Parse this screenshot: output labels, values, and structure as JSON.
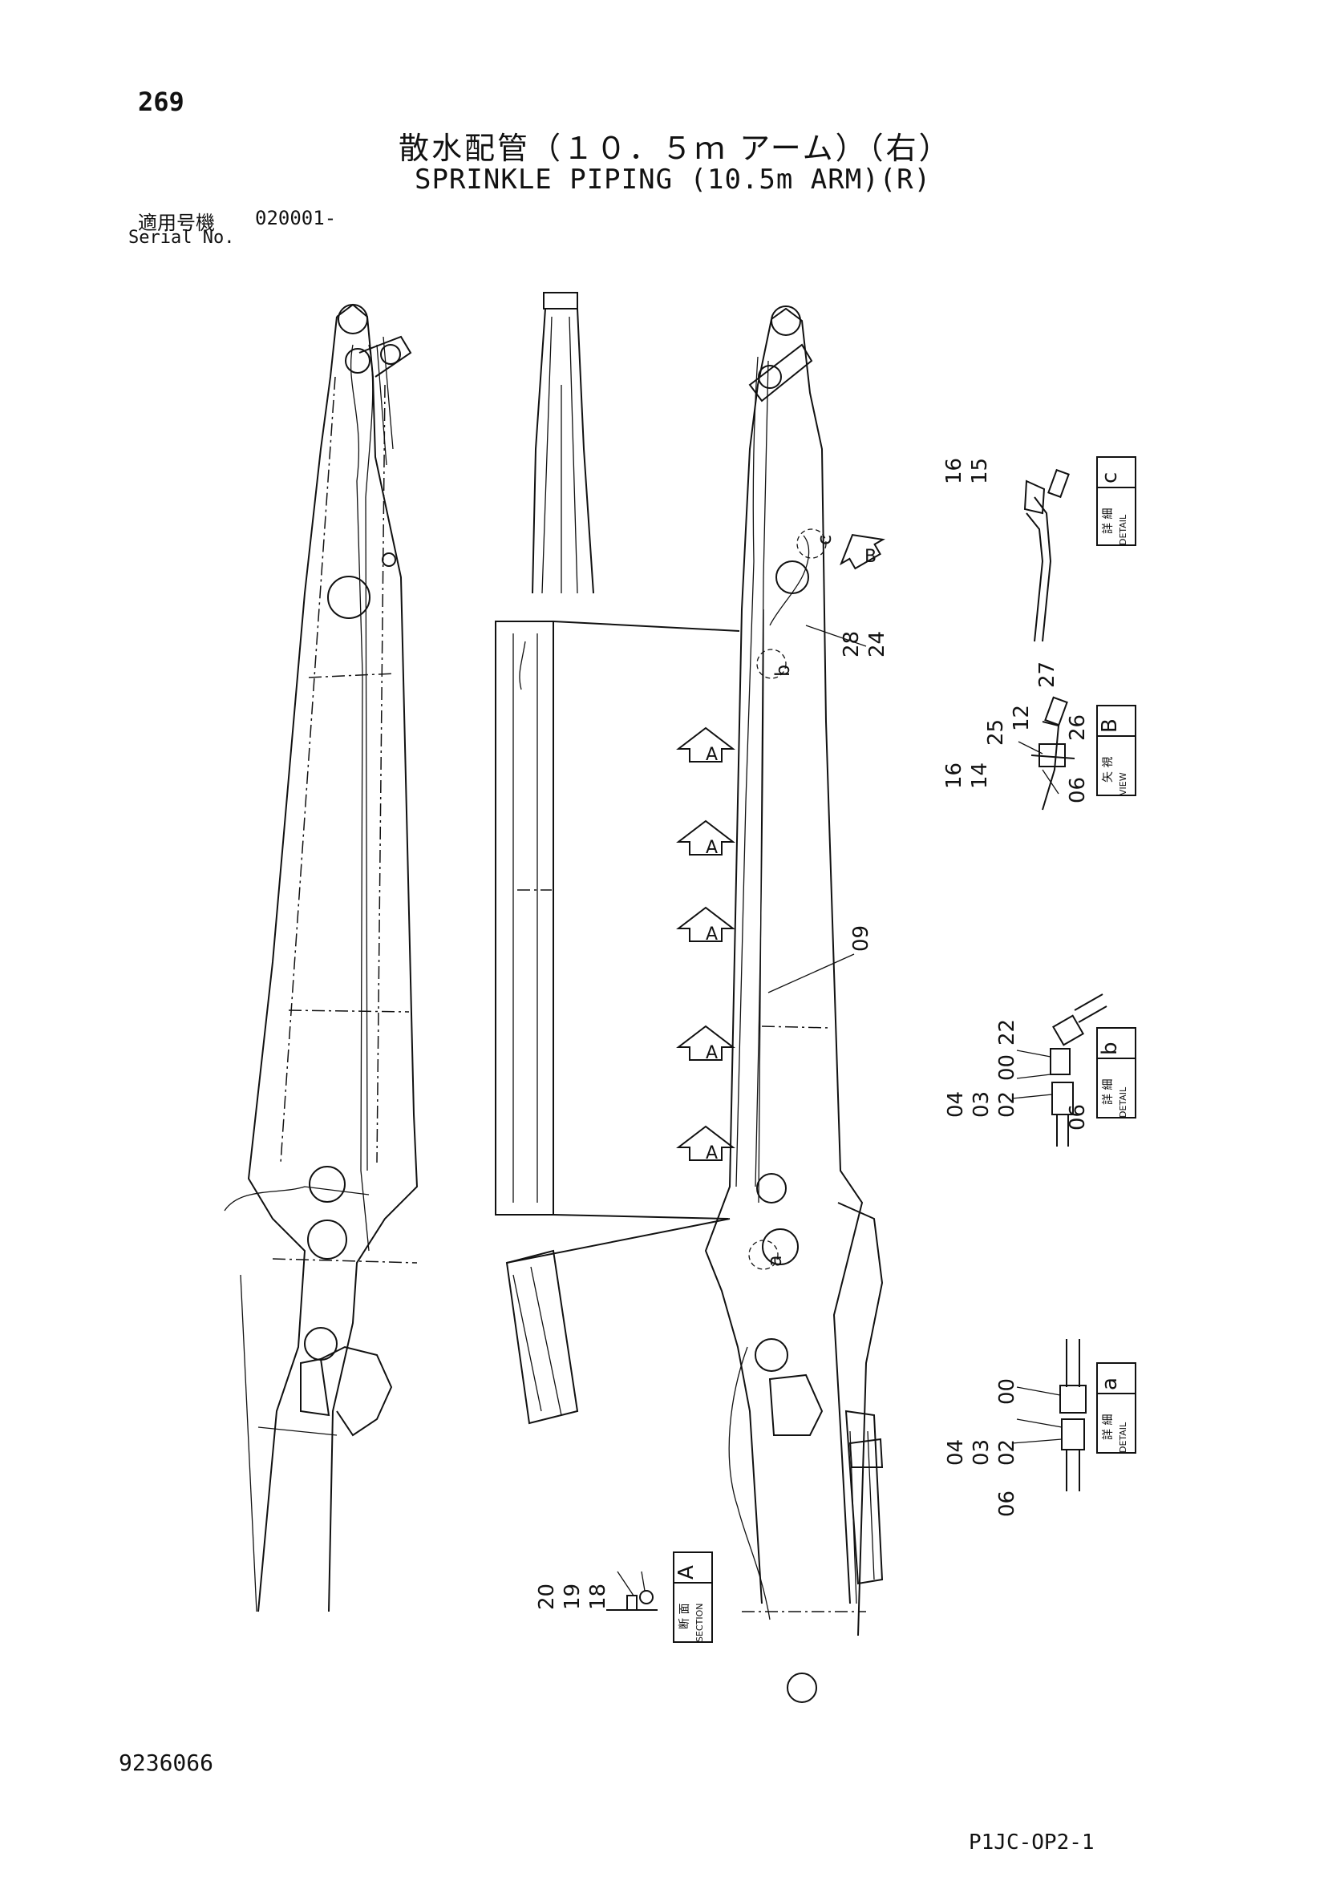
{
  "header": {
    "page_number": "269",
    "title_jp": "散水配管（１０．５ｍ アーム）（右）",
    "title_en": "SPRINKLE PIPING (10.5m ARM)(R)",
    "serial_label_jp": "適用号機",
    "serial_label_en": "Serial No.",
    "serial_value": "020001-"
  },
  "footer": {
    "document_number": "9236066",
    "figure_code": "P1JC-OP2-1"
  },
  "callouts": {
    "main_hose": "09",
    "upper_28": "28",
    "upper_24": "24",
    "detail_b_ref": "b",
    "detail_c_ref": "c",
    "detail_a_ref": "a",
    "view_b_ref": "B",
    "section_a_ref": "A"
  },
  "details": {
    "c": {
      "letter": "c",
      "label_jp": "詳 細",
      "label_en": "DETAIL",
      "parts": [
        "16",
        "15"
      ]
    },
    "B": {
      "letter": "B",
      "label_jp": "矢 視",
      "label_en": "VIEW",
      "parts": [
        "16",
        "14",
        "25",
        "12",
        "27",
        "26",
        "06"
      ]
    },
    "b": {
      "letter": "b",
      "label_jp": "詳 細",
      "label_en": "DETAIL",
      "parts": [
        "22",
        "00",
        "04",
        "03",
        "02",
        "06"
      ]
    },
    "a": {
      "letter": "a",
      "label_jp": "詳 細",
      "label_en": "DETAIL",
      "parts": [
        "00",
        "04",
        "03",
        "02",
        "06"
      ]
    },
    "A": {
      "letter": "A",
      "label_jp": "断 面",
      "label_en": "SECTION",
      "parts": [
        "20",
        "19",
        "18"
      ]
    }
  }
}
